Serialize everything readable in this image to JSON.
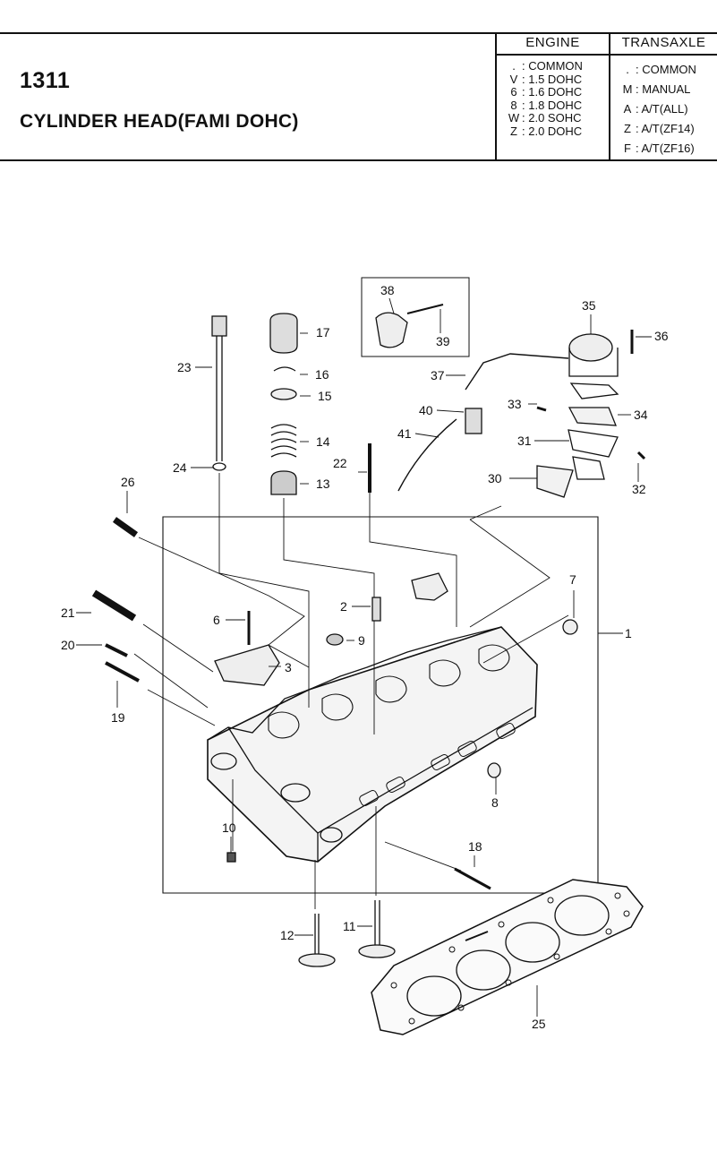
{
  "header": {
    "number": "1311",
    "title": "CYLINDER HEAD(FAMI DOHC)",
    "engine": {
      "heading": "ENGINE",
      "codes": [
        {
          "code": ".",
          "desc": "COMMON"
        },
        {
          "code": "V",
          "desc": "1.5 DOHC"
        },
        {
          "code": "6",
          "desc": "1.6 DOHC"
        },
        {
          "code": "8",
          "desc": "1.8 DOHC"
        },
        {
          "code": "W",
          "desc": "2.0 SOHC"
        },
        {
          "code": "Z",
          "desc": "2.0 DOHC"
        }
      ]
    },
    "transaxle": {
      "heading": "TRANSAXLE",
      "codes": [
        {
          "code": ".",
          "desc": "COMMON"
        },
        {
          "code": "M",
          "desc": "MANUAL"
        },
        {
          "code": "A",
          "desc": "A/T(ALL)"
        },
        {
          "code": "Z",
          "desc": "A/T(ZF14)"
        },
        {
          "code": "F",
          "desc": "A/T(ZF16)"
        }
      ]
    }
  },
  "diagram": {
    "callouts": [
      "1",
      "2",
      "3",
      "6",
      "7",
      "8",
      "9",
      "10",
      "11",
      "12",
      "13",
      "14",
      "15",
      "16",
      "17",
      "18",
      "19",
      "20",
      "21",
      "22",
      "23",
      "24",
      "25",
      "26",
      "30",
      "31",
      "32",
      "33",
      "34",
      "35",
      "36",
      "37",
      "38",
      "39",
      "40",
      "41"
    ]
  }
}
